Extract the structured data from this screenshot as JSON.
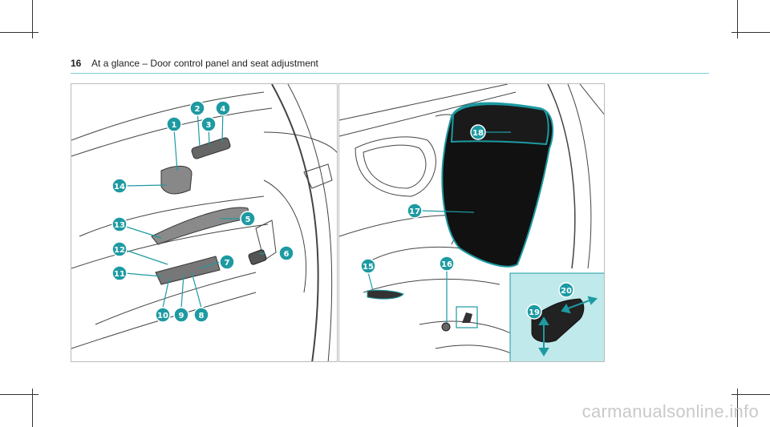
{
  "header": {
    "page_number": "16",
    "title": "At a glance – Door control panel and seat adjustment"
  },
  "callouts": {
    "c1": "1",
    "c2": "2",
    "c3": "3",
    "c4": "4",
    "c5": "5",
    "c6": "6",
    "c7": "7",
    "c8": "8",
    "c9": "9",
    "c10": "10",
    "c11": "11",
    "c12": "12",
    "c13": "13",
    "c14": "14",
    "c15": "15",
    "c16": "16",
    "c17": "17",
    "c18": "18",
    "c19": "19",
    "c20": "20"
  },
  "colors": {
    "accent": "#1d9aa2",
    "inset_bg": "#bfe9ea"
  },
  "watermark": "carmanualsonline.info"
}
